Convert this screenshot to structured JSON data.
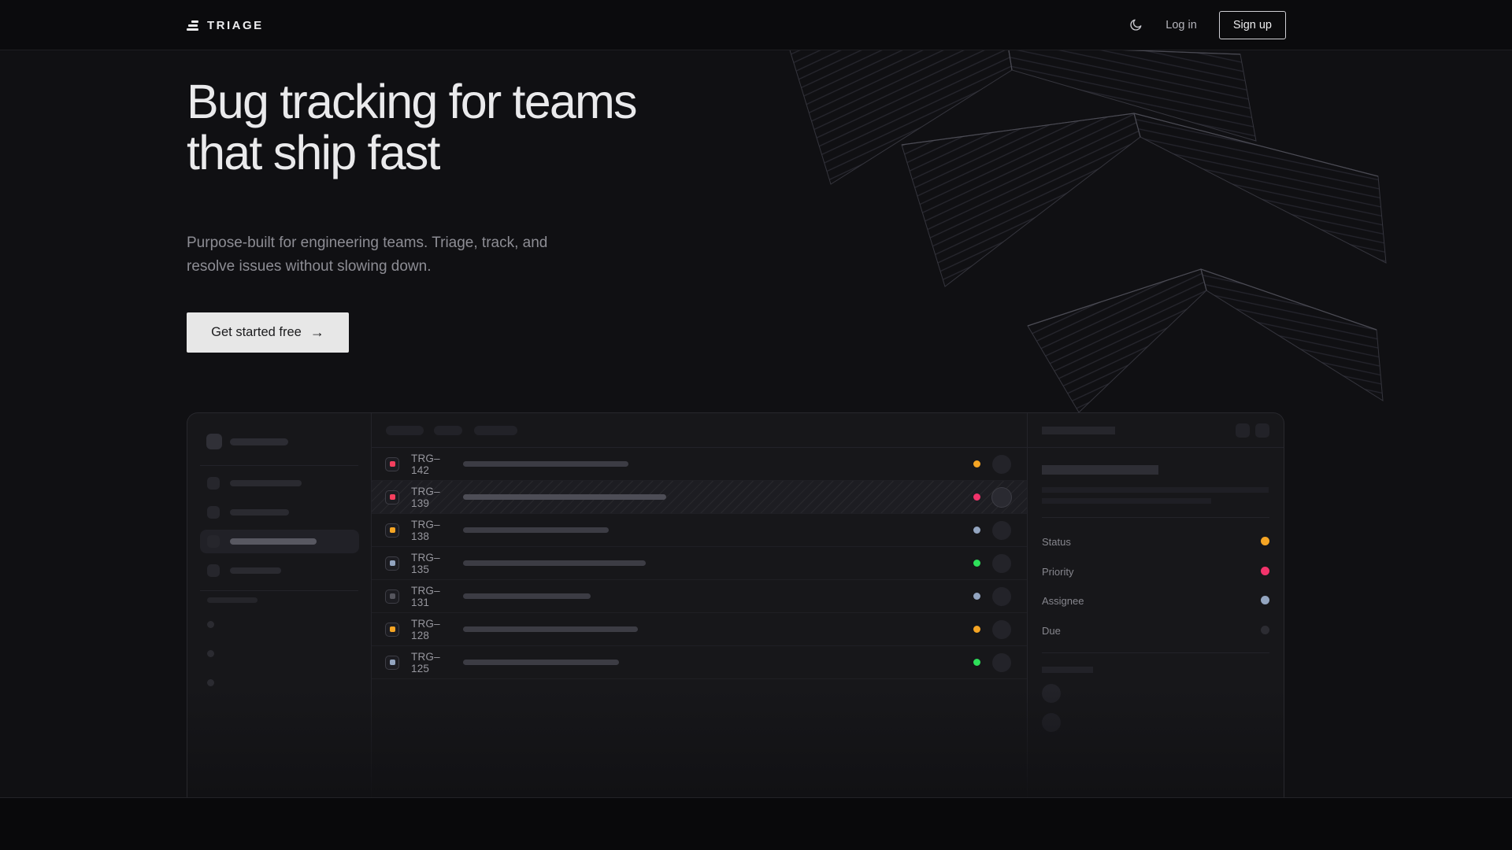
{
  "nav": {
    "brand": "TRIAGE",
    "log_in": "Log in",
    "sign_up": "Sign up"
  },
  "hero": {
    "heading_line1": "Bug tracking for teams",
    "heading_line2": "that ship fast",
    "subtitle_line1": "Purpose-built for engineering teams. Triage, track, and",
    "subtitle_line2": "resolve issues without slowing down.",
    "cta_label": "Get started free",
    "cta_arrow": "→"
  },
  "mockup": {
    "issues": [
      {
        "id": "TRG–142",
        "icon_color": "#f43f5e",
        "status_color": "#f5a524",
        "title_bar_width": 210,
        "highlighted": false
      },
      {
        "id": "TRG–139",
        "icon_color": "#f43f5e",
        "status_color": "#f2336b",
        "title_bar_width": 258,
        "highlighted": true
      },
      {
        "id": "TRG–138",
        "icon_color": "#f5a524",
        "status_color": "#93a5c0",
        "title_bar_width": 185,
        "highlighted": false
      },
      {
        "id": "TRG–135",
        "icon_color": "#93a5c0",
        "status_color": "#2ee05a",
        "title_bar_width": 232,
        "highlighted": false
      },
      {
        "id": "TRG–131",
        "icon_color": "#55555d",
        "status_color": "#93a5c0",
        "title_bar_width": 162,
        "highlighted": false
      },
      {
        "id": "TRG–128",
        "icon_color": "#f5a524",
        "status_color": "#f5a524",
        "title_bar_width": 222,
        "highlighted": false
      },
      {
        "id": "TRG–125",
        "icon_color": "#93a5c0",
        "status_color": "#2ee05a",
        "title_bar_width": 198,
        "highlighted": false
      }
    ],
    "detail_panel": {
      "fields": [
        {
          "label": "Status",
          "color": "#f5a524"
        },
        {
          "label": "Priority",
          "color": "#f2336b"
        },
        {
          "label": "Assignee",
          "color": "#93a5c0"
        },
        {
          "label": "Due",
          "color": "#2c2c32"
        }
      ]
    }
  }
}
